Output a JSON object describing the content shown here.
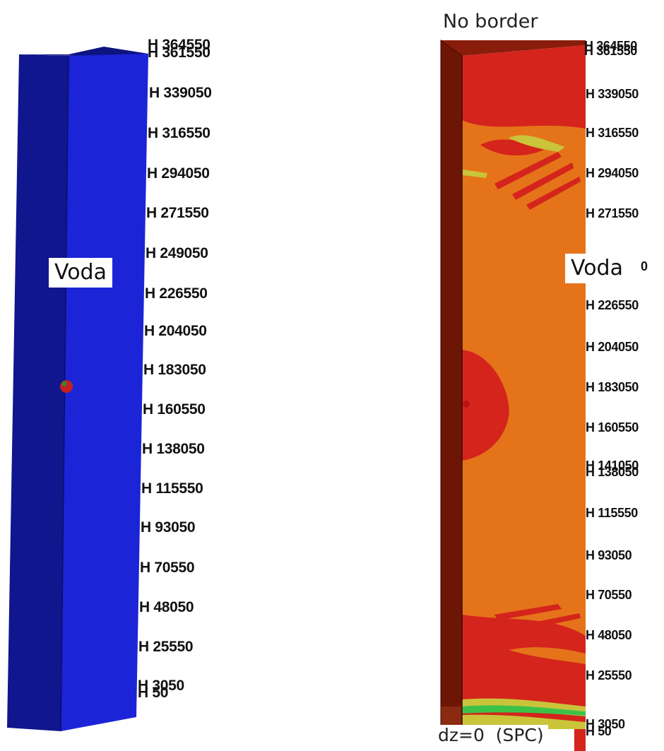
{
  "left_panel": {
    "label": "Voda",
    "height_markers": [
      "H 364550",
      "H 361550",
      "H 339050",
      "H 316550",
      "H 294050",
      "H 271550",
      "H 249050",
      "H 226550",
      "H 204050",
      "H 183050",
      "H 160550",
      "H 138050",
      "H 115550",
      "H 93050",
      "H 70550",
      "H 48050",
      "H 25550",
      "H 3050",
      "H 50"
    ]
  },
  "right_panel": {
    "title": "No border",
    "label": "Voda",
    "label_fragment": "0",
    "bottom_caption": "dz=0  (SPC)",
    "height_markers": [
      "H 364550",
      "H 361550",
      "H 339050",
      "H 316550",
      "H 294050",
      "H 271550",
      "H 226550",
      "H 204050",
      "H 183050",
      "H 160550",
      "H 141050",
      "H 138050",
      "H 115550",
      "H 93050",
      "H 70550",
      "H 48050",
      "H 25550",
      "H 3050",
      "H 50"
    ]
  },
  "colors": {
    "blue_front": "#1c24d8",
    "blue_side": "#10168e",
    "orange_front": "#e5731a",
    "red_zone": "#d4241c",
    "dark_red_side": "#6e1606",
    "yellow_green": "#c9c43a",
    "green": "#3dc248"
  }
}
